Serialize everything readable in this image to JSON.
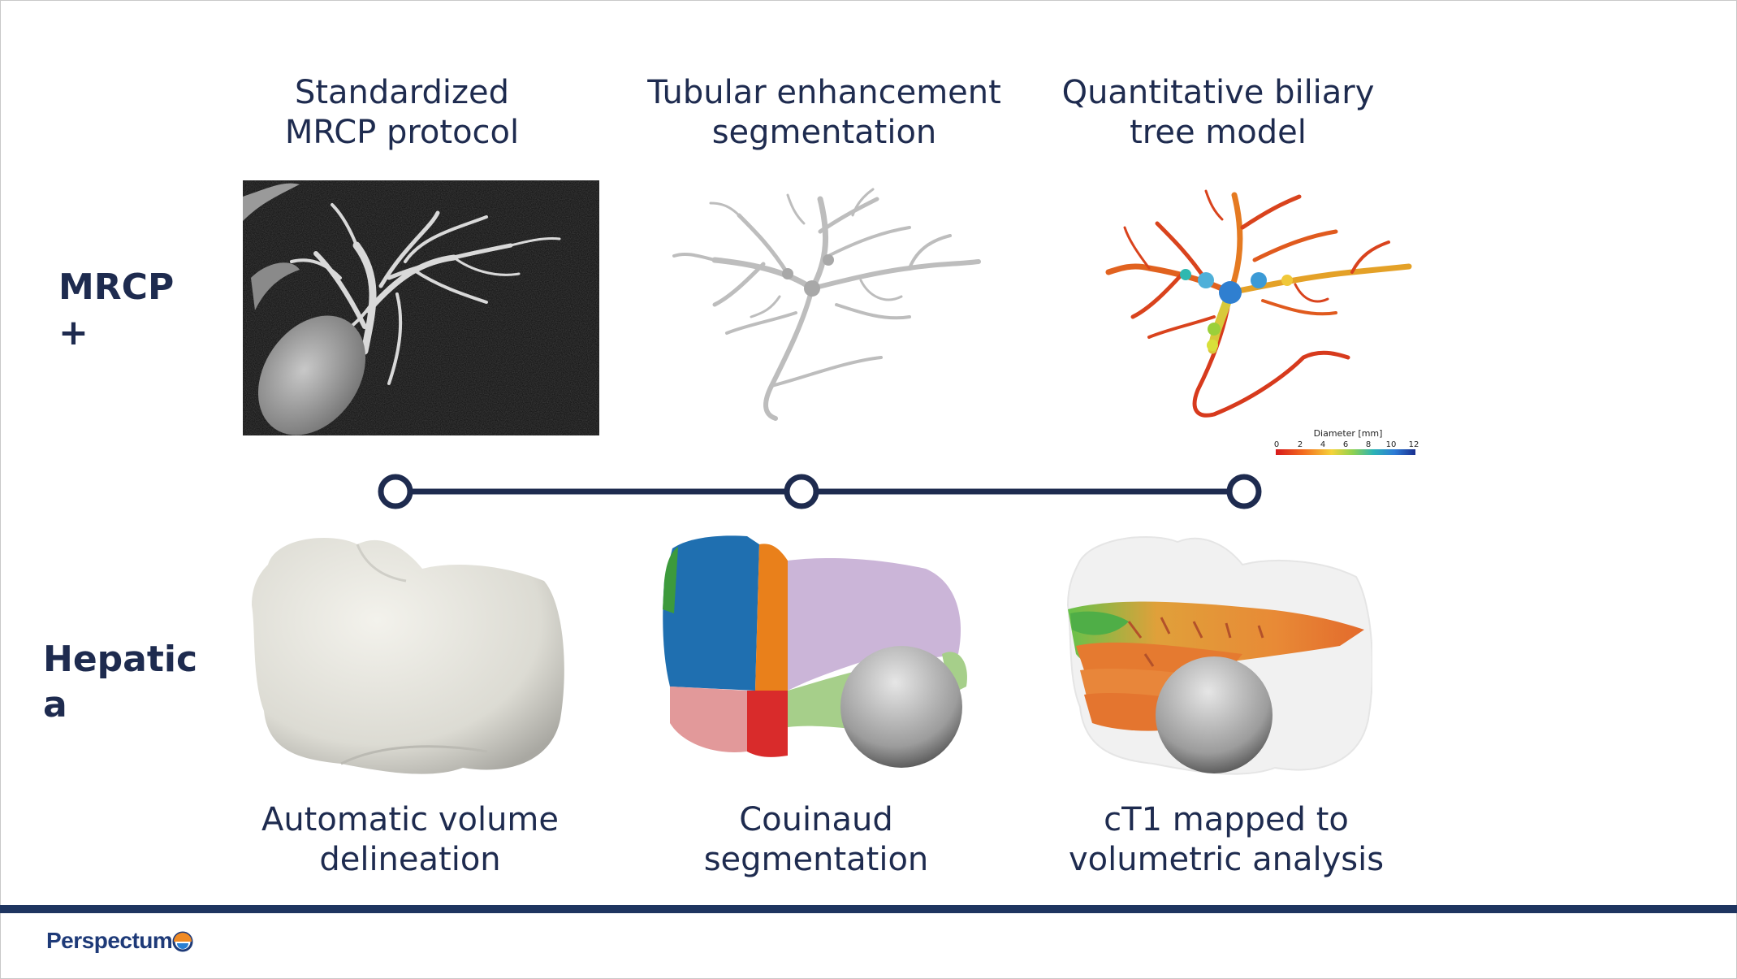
{
  "rows": {
    "top_label": "MRCP\n+",
    "bottom_label": "Hepatic\na"
  },
  "top_titles": [
    "Standardized\nMRCP protocol",
    "Tubular enhancement\nsegmentation",
    "Quantitative biliary\ntree model"
  ],
  "bottom_titles": [
    "Automatic volume\ndelineation",
    "Couinaud\nsegmentation",
    "cT1 mapped to\nvolumetric analysis"
  ],
  "legend": {
    "title": "Diameter [mm]",
    "ticks": [
      "0",
      "2",
      "4",
      "6",
      "8",
      "10",
      "12"
    ]
  },
  "footer": {
    "brand": "Perspectum"
  },
  "colors": {
    "navy": "#1e2b4f",
    "footer_bar": "#1e3560",
    "logo_orange": "#f08a24",
    "logo_blue": "#2a7fd4"
  },
  "timeline": {
    "node_count": 3
  }
}
